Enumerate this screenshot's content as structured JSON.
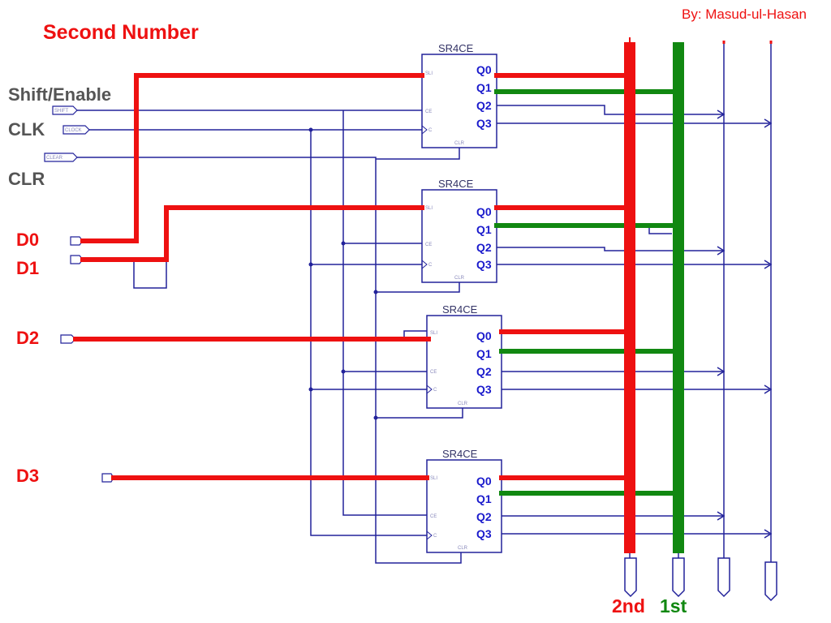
{
  "header": {
    "title": "Second Number",
    "author": "By: Masud-ul-Hasan"
  },
  "signals": {
    "shift_enable": "Shift/Enable",
    "clk": "CLK",
    "clr": "CLR"
  },
  "data_inputs": [
    "D0",
    "D1",
    "D2",
    "D3"
  ],
  "registers": [
    {
      "name": "SR4CE",
      "outputs": [
        "Q0",
        "Q1",
        "Q2",
        "Q3"
      ]
    },
    {
      "name": "SR4CE",
      "outputs": [
        "Q0",
        "Q1",
        "Q2",
        "Q3"
      ]
    },
    {
      "name": "SR4CE",
      "outputs": [
        "Q0",
        "Q1",
        "Q2",
        "Q3"
      ]
    },
    {
      "name": "SR4CE",
      "outputs": [
        "Q0",
        "Q1",
        "Q2",
        "Q3"
      ]
    }
  ],
  "port_labels": {
    "shift": "SHIFT",
    "clock": "CLOCK",
    "clear": "CLEAR"
  },
  "pin_labels": {
    "sli": "SLI",
    "ce": "CE",
    "c": "C",
    "clr": "CLR"
  },
  "buses": {
    "second": "2nd",
    "first": "1st"
  },
  "colors": {
    "red_wire": "#ee1111",
    "green_wire": "#118811",
    "blue_wire": "#22229a",
    "box_stroke": "#22229a"
  }
}
